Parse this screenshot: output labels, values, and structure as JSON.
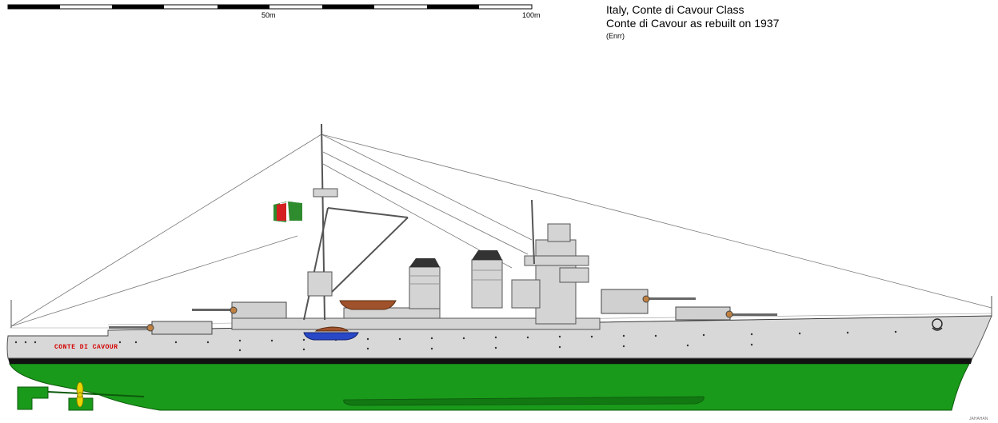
{
  "scale_bar": {
    "label_50": "50m",
    "label_100": "100m"
  },
  "title": {
    "line1": "Italy, Conte di Cavour Class",
    "line2": "Conte di Cavour  as rebuilt on 1937",
    "line3": "(Enrr)"
  },
  "ship": {
    "name_on_hull": "CONTE DI CAVOUR",
    "colors": {
      "hull_upper": "#d8d8d8",
      "underwater": "#1a9a1a",
      "boot_topping": "#111111",
      "superstructure": "#d4d4d4",
      "flag_green": "#2e8b2e",
      "flag_red": "#d42020",
      "propeller": "#e8d400",
      "boat_wood": "#a0522d",
      "boat_blue": "#2848c8"
    }
  },
  "credit": "JAHAHAN"
}
